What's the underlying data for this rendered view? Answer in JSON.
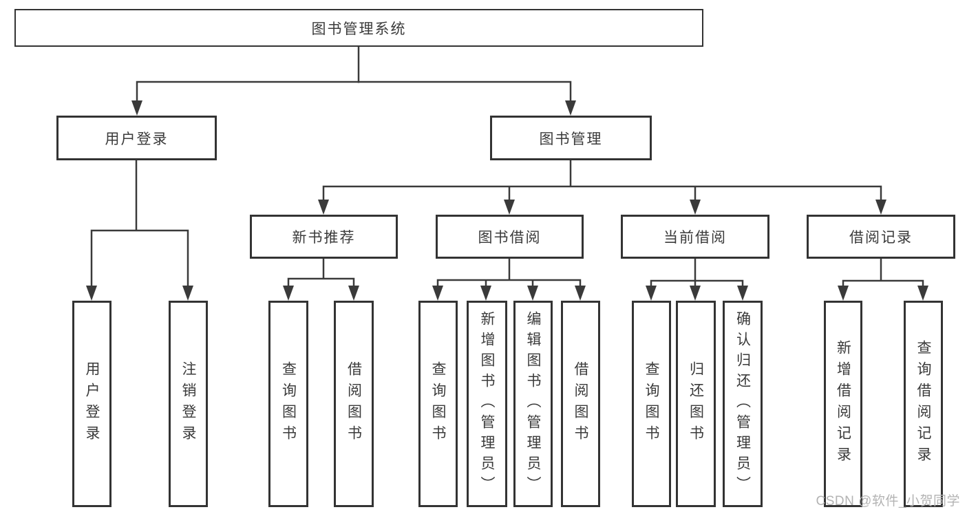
{
  "diagram": {
    "tree": {
      "root": {
        "label": "图书管理系统"
      },
      "branches": [
        {
          "label": "用户登录",
          "children": [
            {
              "label": "用户登录"
            },
            {
              "label": "注销登录"
            }
          ]
        },
        {
          "label": "图书管理",
          "children": [
            {
              "label": "新书推荐",
              "children": [
                {
                  "label": "查询图书"
                },
                {
                  "label": "借阅图书"
                }
              ]
            },
            {
              "label": "图书借阅",
              "children": [
                {
                  "label": "查询图书"
                },
                {
                  "label": "新增图书（管理员）"
                },
                {
                  "label": "编辑图书（管理员）"
                },
                {
                  "label": "借阅图书"
                }
              ]
            },
            {
              "label": "当前借阅",
              "children": [
                {
                  "label": "查询图书"
                },
                {
                  "label": "归还图书"
                },
                {
                  "label": "确认归还（管理员）"
                }
              ]
            },
            {
              "label": "借阅记录",
              "children": [
                {
                  "label": "新增借阅记录"
                },
                {
                  "label": "查询借阅记录"
                }
              ]
            }
          ]
        }
      ]
    },
    "watermark": {
      "text": "CSDN @软件_小贺同学"
    },
    "colors": {
      "background": "#ffffff",
      "box_fill": "#ffffff",
      "box_border": "#333333",
      "line": "#3a3a3a",
      "text": "#3a3a3a",
      "watermark": "#b3b3b3"
    }
  }
}
